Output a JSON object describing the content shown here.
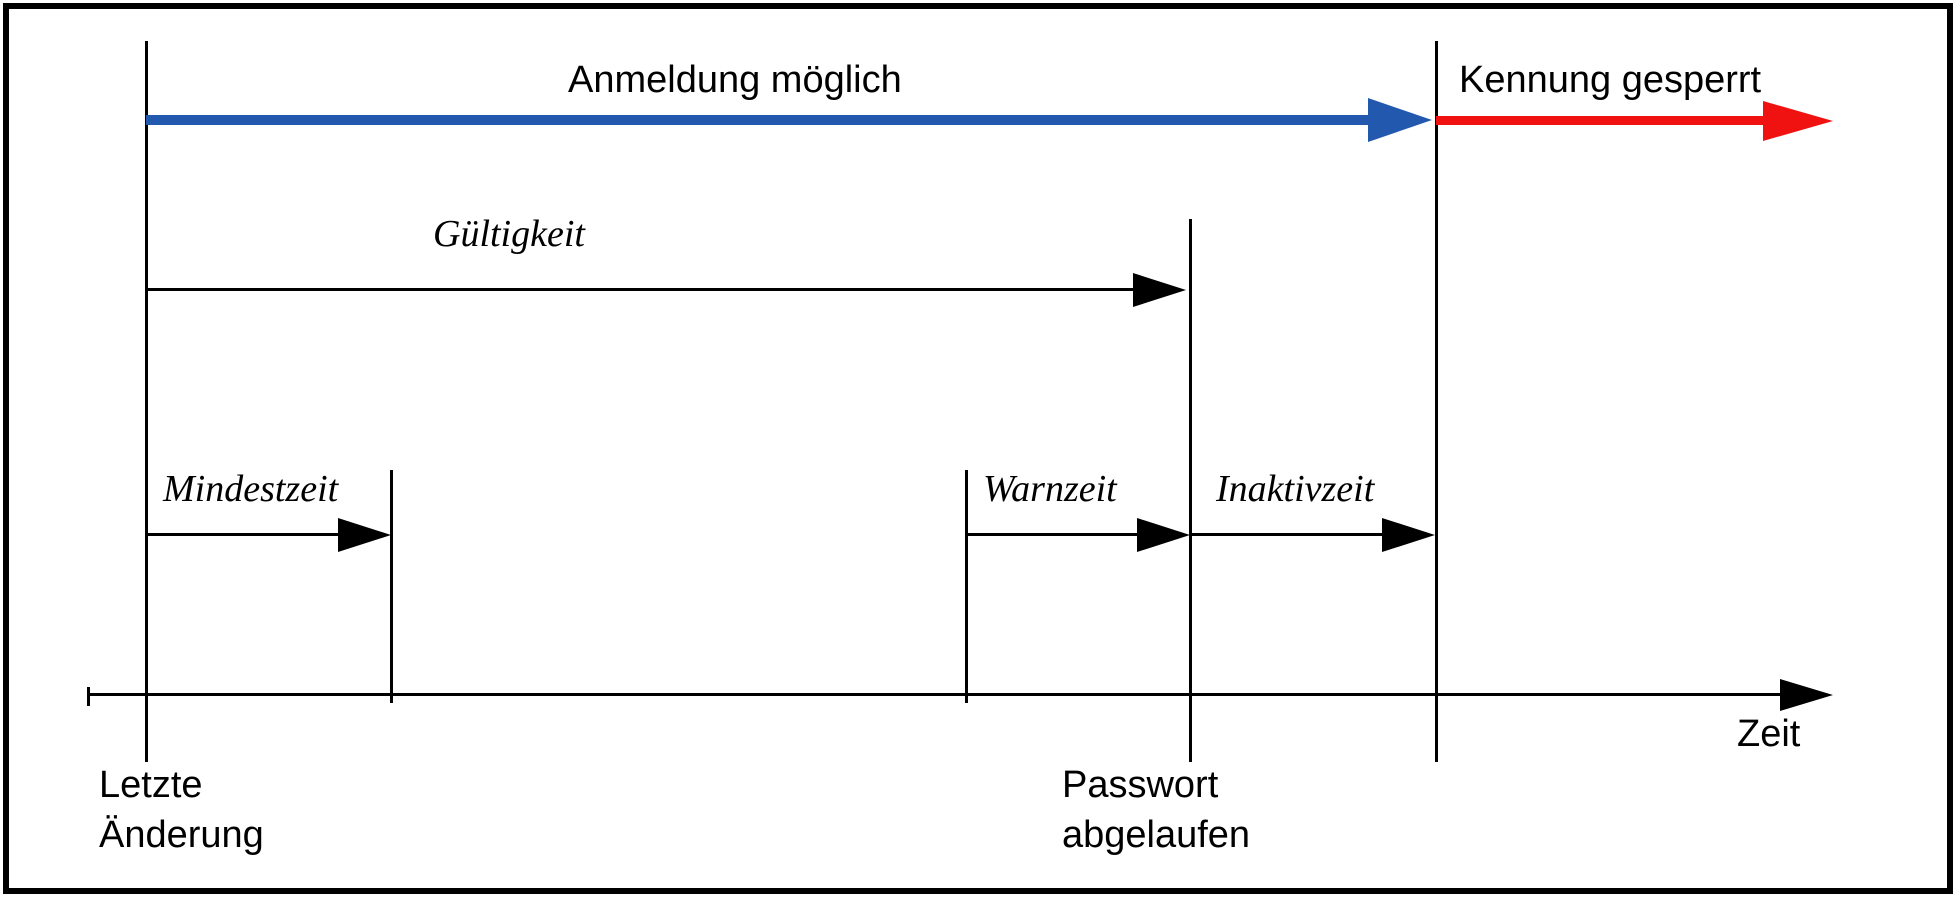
{
  "colors": {
    "login_segment": "#2259AE",
    "locked_segment": "#F01111",
    "lines": "#000000"
  },
  "phases": {
    "login_possible": "Anmeldung möglich",
    "account_locked": "Kennung gesperrt"
  },
  "intervals": {
    "validity": "Gültigkeit",
    "minimum_time": "Mindestzeit",
    "warning_time": "Warnzeit",
    "inactivity_time": "Inaktivzeit"
  },
  "axis": {
    "label": "Zeit"
  },
  "events": {
    "last_change": "Letzte\nÄnderung",
    "password_expired": "Passwort\nabgelaufen"
  }
}
